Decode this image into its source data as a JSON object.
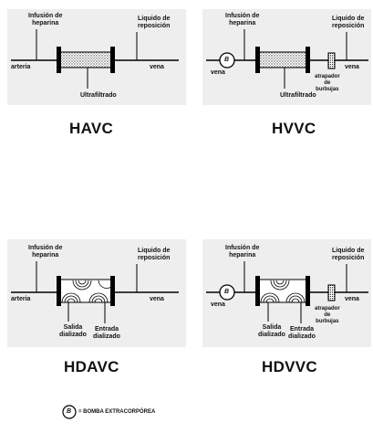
{
  "panels": [
    {
      "title": "HAVC",
      "infusion": "Infusión de\nheparina",
      "replacement": "Liquido de\nreposición",
      "inlet": "arteria",
      "outlet": "vena",
      "output": "Ultrafiltrado"
    },
    {
      "title": "HVVC",
      "infusion": "Infusión de\nheparina",
      "replacement": "Liquido de\nreposición",
      "inlet": "vena",
      "outlet": "vena",
      "output": "Ultrafiltrado",
      "pump": "B",
      "trap": "atrapador\nde\nburbujas"
    },
    {
      "title": "HDAVC",
      "infusion": "Infusión de\nheparina",
      "replacement": "Liquido de\nreposición",
      "inlet": "arteria",
      "outlet": "vena",
      "dialysate_out": "Salida\ndializado",
      "dialysate_in": "Entrada\ndializado"
    },
    {
      "title": "HDVVC",
      "infusion": "Infusión de\nheparina",
      "replacement": "Liquido de\nreposición",
      "inlet": "vena",
      "outlet": "vena",
      "dialysate_out": "Salida\ndializado",
      "dialysate_in": "Entrada\ndializado",
      "pump": "B",
      "trap": "atrapador\nde\nburbujas"
    }
  ],
  "legend": {
    "symbol": "B",
    "text": "= BOMBA EXTRACORPÓREA"
  }
}
